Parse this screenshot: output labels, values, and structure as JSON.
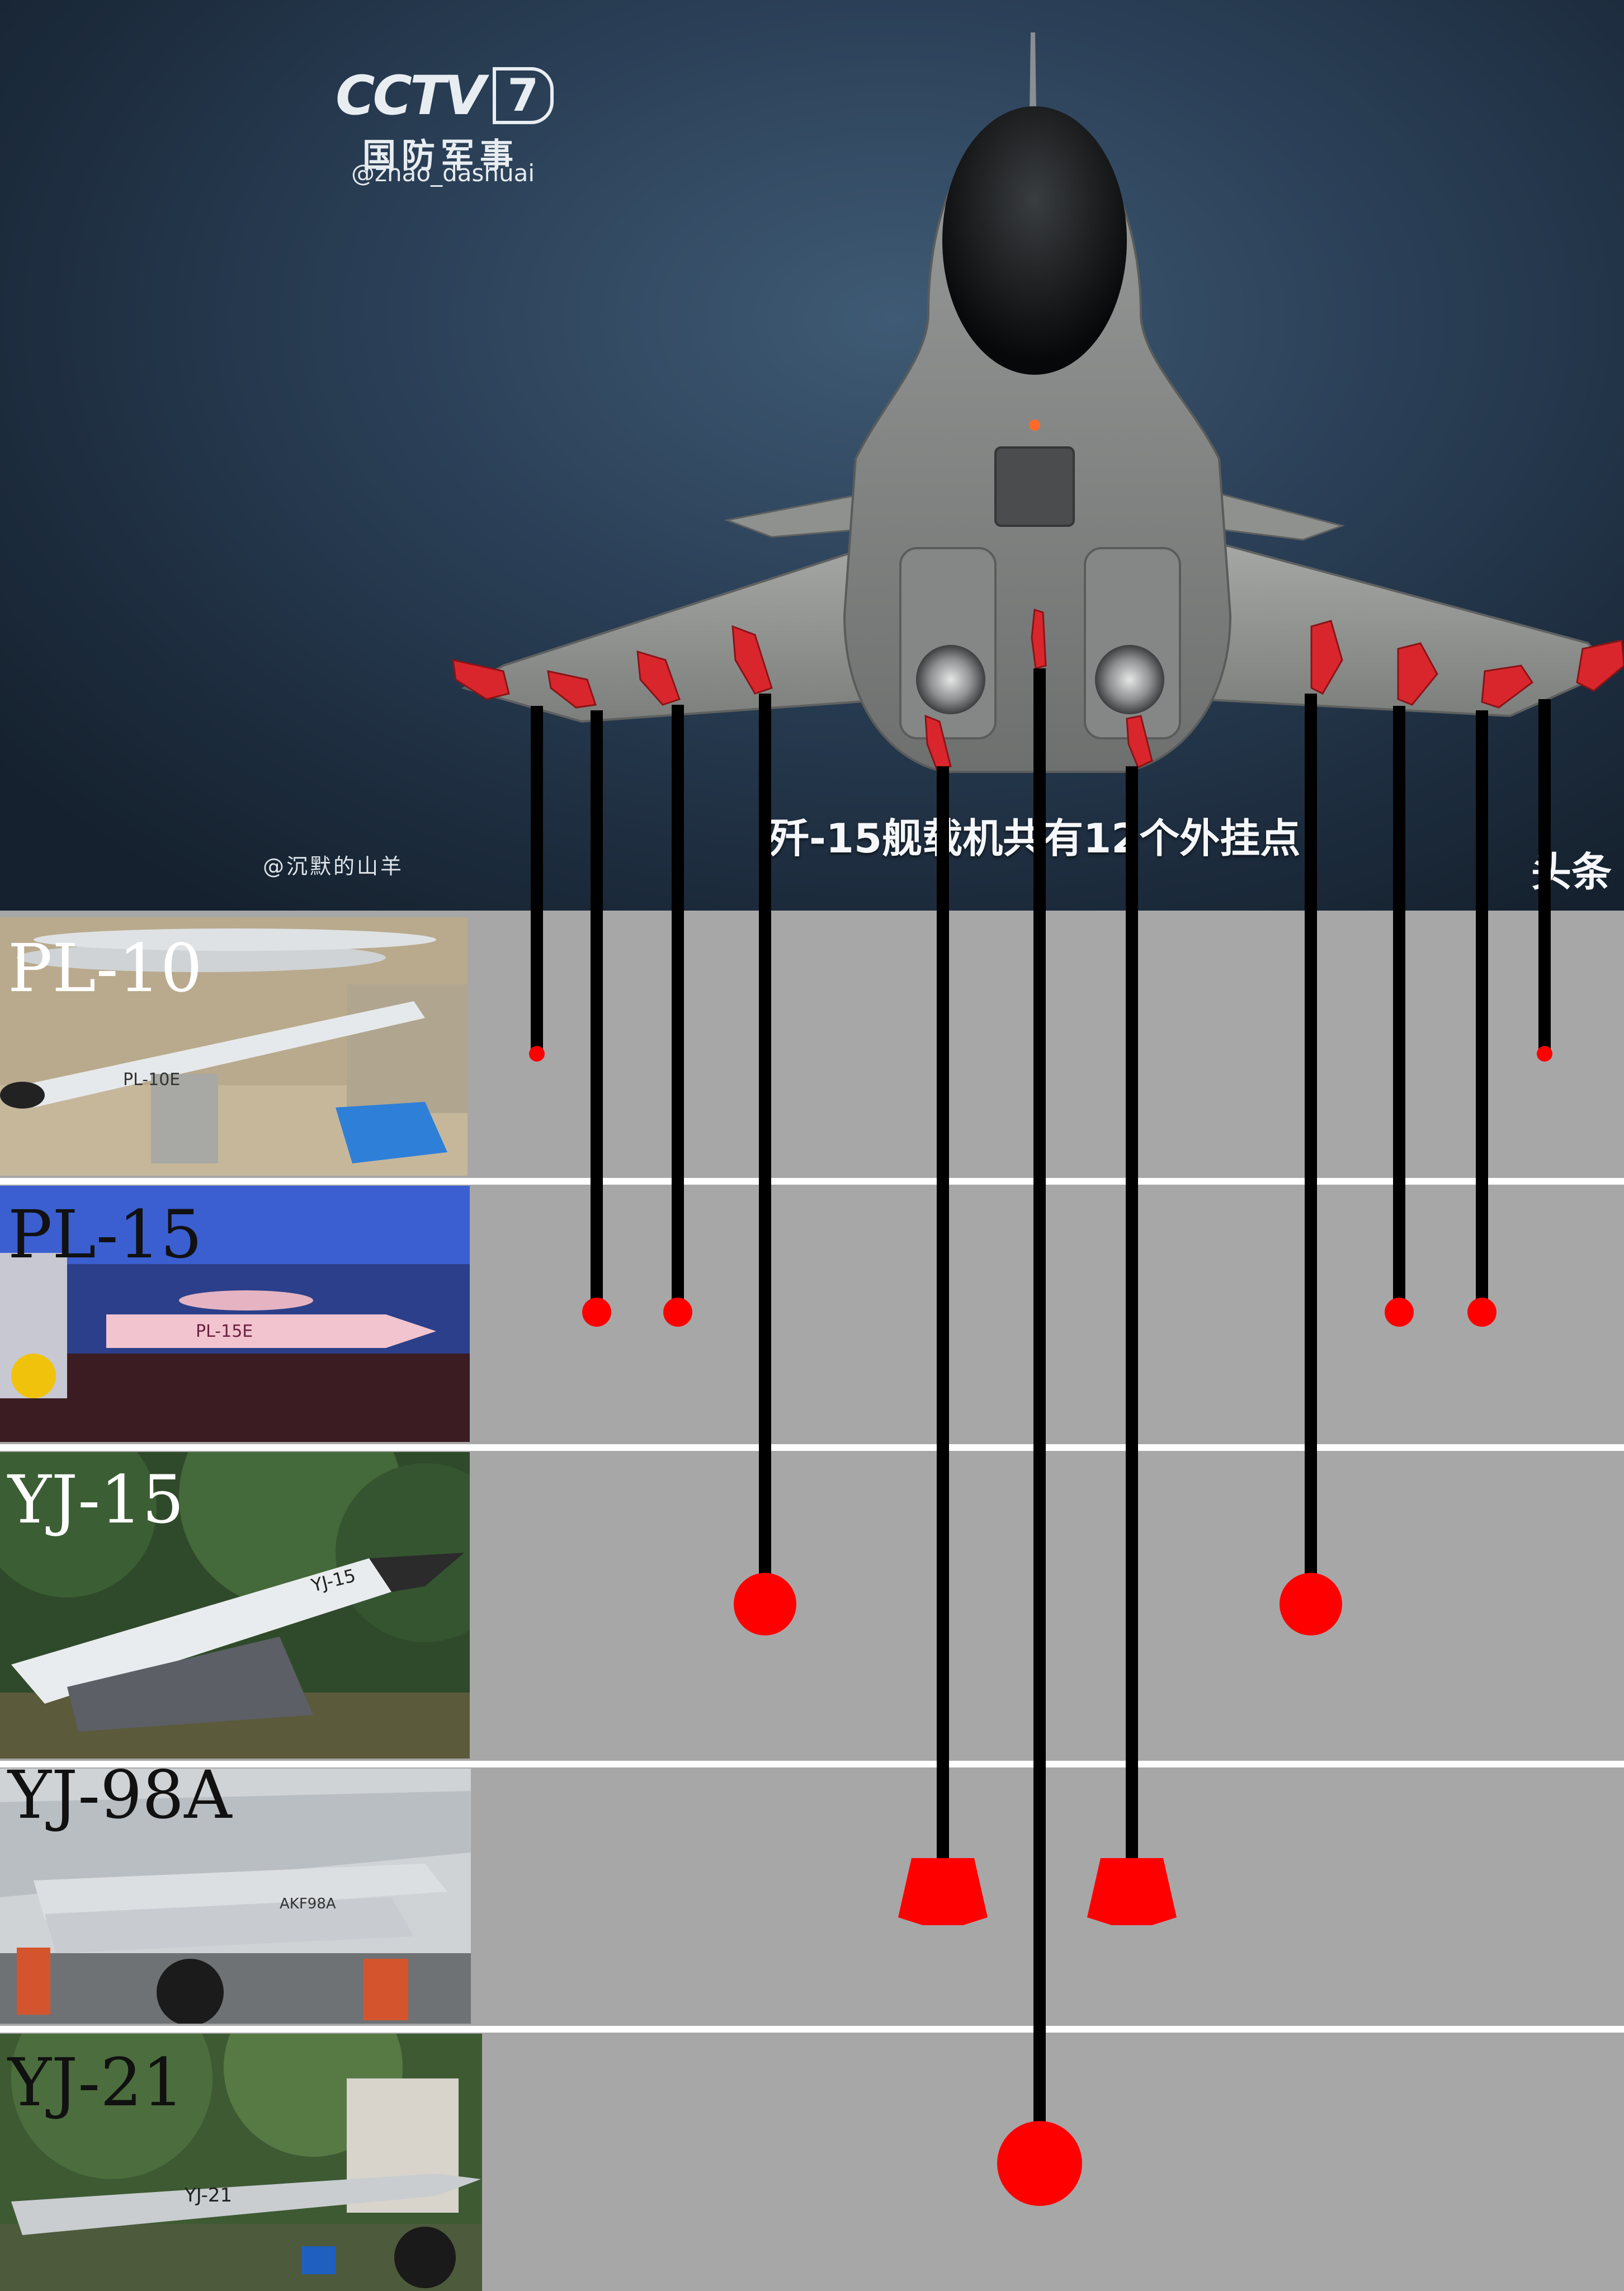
{
  "hero": {
    "logo_letters": "CCTV",
    "logo_channel_number": "7",
    "logo_channel_name": "国防军事",
    "uploader_handle": "@zhao_dashuai",
    "credit": "@沉默的山羊",
    "caption": "歼-15舰载机共有12个外挂点",
    "side_text": "头条"
  },
  "weapons": [
    {
      "label": "PL-10",
      "marking": "PL-10E"
    },
    {
      "label": "PL-15",
      "marking": "PL-15E"
    },
    {
      "label": "YJ-15",
      "marking": "YJ-15"
    },
    {
      "label": "YJ-98A",
      "marking": "AKF98A"
    },
    {
      "label": "YJ-21",
      "marking": "YJ-21"
    }
  ],
  "colors": {
    "marker_red": "#ff0000",
    "line_black": "#000000",
    "row_background": "#a7a7a8",
    "divider": "#ffffff",
    "hero_dark": "#1c2b3c",
    "pylon_red": "#d9262c"
  }
}
